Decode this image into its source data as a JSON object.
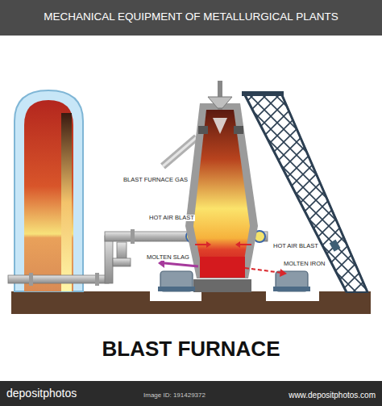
{
  "diagram": {
    "title": "MECHANICAL EQUIPMENT OF METALLURGICAL PLANTS",
    "caption": "BLAST FURNACE",
    "labels": [
      "BLAST FURNACE GAS",
      "HOT AIR BLAST",
      "HOT AIR BLAST",
      "MOLTEN SLAG",
      "MOLTEN IRON",
      "depositphotos",
      "Image ID: 191429372",
      "www.depositphotos.com"
    ]
  }
}
